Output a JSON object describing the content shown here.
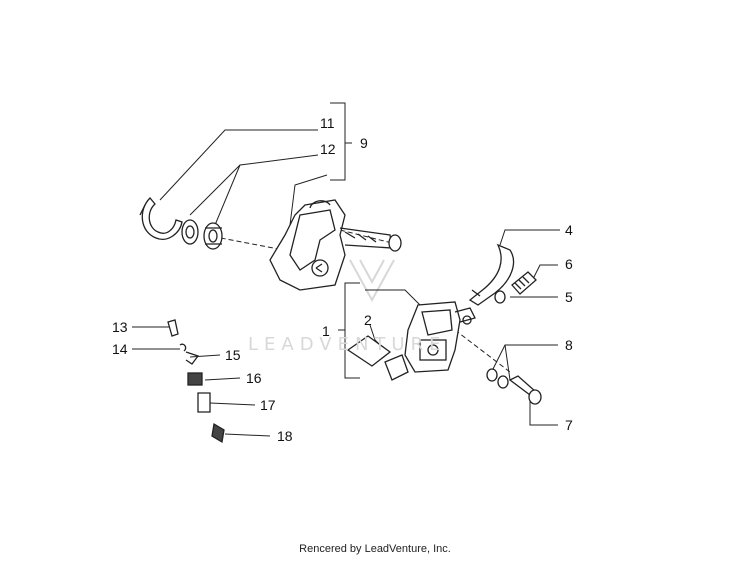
{
  "callouts": {
    "c1": "1",
    "c2": "2",
    "c4": "4",
    "c5": "5",
    "c6": "6",
    "c7": "7",
    "c8": "8",
    "c9": "9",
    "c11": "11",
    "c12": "12",
    "c13": "13",
    "c14": "14",
    "c15": "15",
    "c16": "16",
    "c17": "17",
    "c18": "18"
  },
  "watermark": "LEADVENTURE",
  "footer": "Rencered by LeadVenture, Inc."
}
